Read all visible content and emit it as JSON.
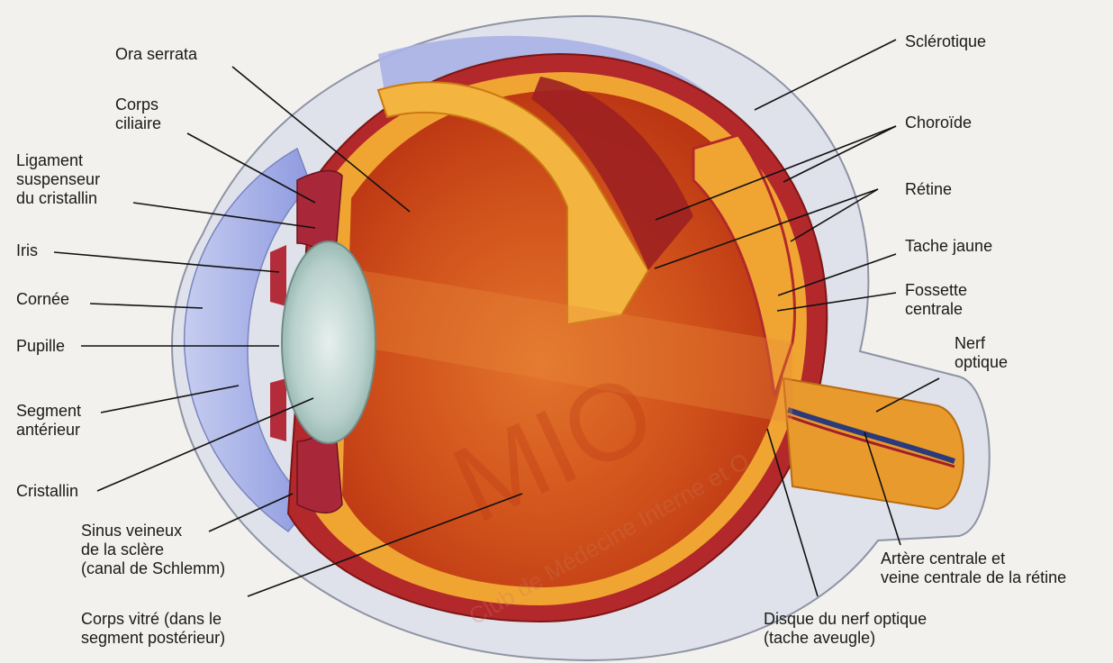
{
  "labels": {
    "ora_serrata": "Ora serrata",
    "corps_ciliaire": [
      "Corps",
      "ciliaire"
    ],
    "ligament": [
      "Ligament",
      "suspenseur",
      "du cristallin"
    ],
    "iris": "Iris",
    "cornee": "Cornée",
    "pupille": "Pupille",
    "segment_anterieur": [
      "Segment",
      "antérieur"
    ],
    "cristallin": "Cristallin",
    "sinus": [
      "Sinus veineux",
      "de la sclère",
      "(canal de Schlemm)"
    ],
    "corps_vitre": [
      "Corps vitré (dans le",
      "segment postérieur)"
    ],
    "sclerotique": "Sclérotique",
    "choroide": "Choroïde",
    "retine": "Rétine",
    "tache_jaune": "Tache jaune",
    "fossette": [
      "Fossette",
      "centrale"
    ],
    "nerf_optique": [
      "Nerf",
      "optique"
    ],
    "artere": [
      "Artère centrale et",
      "veine centrale de la rétine"
    ],
    "disque": [
      "Disque du nerf optique",
      "(tache aveugle)"
    ]
  },
  "watermark": {
    "letters": "MIO",
    "text": "Club de Médecine Interne et O"
  },
  "colors": {
    "sclera": "#dcdfe8",
    "choroid": "#b3282a",
    "retina": "#f0a533",
    "vitreous": "#d4561c",
    "lens": "#b9d2cc",
    "iris": "#a8283a",
    "cornea": "#a9b3e6",
    "nerve": "#e89a2c"
  }
}
